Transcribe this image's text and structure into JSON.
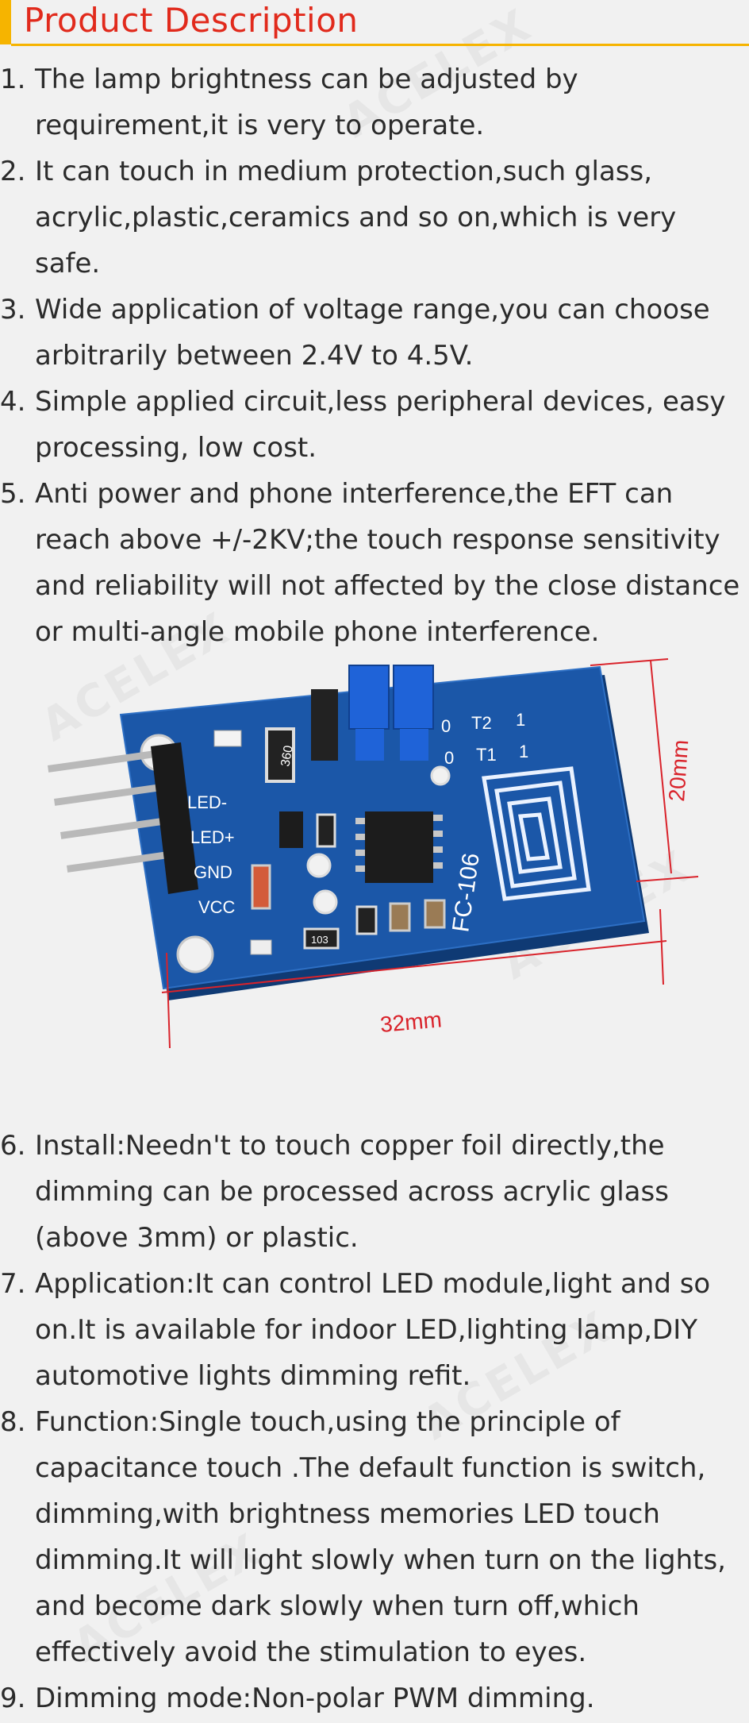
{
  "header": {
    "title": "Product Description"
  },
  "watermark": "ACELEX",
  "colors": {
    "accent": "#f6b400",
    "title": "#e12a1c",
    "text": "#2b2b2b",
    "dimension": "#d9232b",
    "pcb": "#1b57a8"
  },
  "items_top": [
    {
      "num": "1.",
      "text": "The lamp brightness can be adjusted by requirement,it is very to operate."
    },
    {
      "num": "2.",
      "text": " It can touch in medium protection,such glass, acrylic,plastic,ceramics and so on,which is very safe."
    },
    {
      "num": "3.",
      "text": "Wide application of voltage range,you can choose arbitrarily between 2.4V to 4.5V."
    },
    {
      "num": "4.",
      "text": "Simple applied circuit,less peripheral devices, easy processing, low cost."
    },
    {
      "num": "5.",
      "text": "Anti power and phone interference,the EFT can reach above +/-2KV;the touch response sensitivity and reliability will not affected by the close distance or multi-angle mobile phone interference."
    }
  ],
  "figure": {
    "width_label": "32mm",
    "height_label": "20mm",
    "pins": [
      "LED-",
      "LED+",
      "GND",
      "VCC"
    ],
    "board_label": "FC-106",
    "resistor_label": "360",
    "small_resistor_label": "103",
    "jumper_labels": [
      "0",
      "T2",
      "1",
      "0",
      "T1",
      "1"
    ]
  },
  "items_bottom": [
    {
      "num": "6.",
      "text": "Install:Needn't to touch copper foil directly,the dimming can be processed across acrylic glass (above 3mm) or plastic."
    },
    {
      "num": "7.",
      "text": "Application:It can control LED module,light and so on.It is available for indoor LED,lighting lamp,DIY automotive lights dimming refit."
    },
    {
      "num": "8.",
      "text": "Function:Single touch,using the principle of capacitance touch .The default function is switch, dimming,with brightness memories LED touch dimming.It will light slowly when turn on the lights, and become dark slowly when turn off,which effectively avoid the stimulation to eyes."
    },
    {
      "num": "9.",
      "text": " Dimming mode:Non-polar PWM dimming."
    }
  ]
}
